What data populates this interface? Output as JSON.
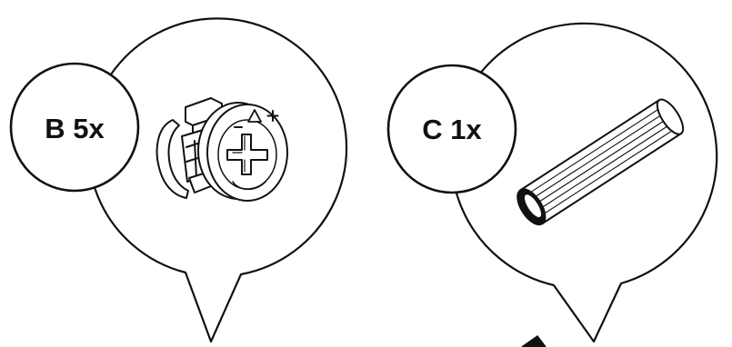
{
  "callouts": [
    {
      "id": "B",
      "label": "B 5x",
      "part": "cam-lock-fitting-icon",
      "stroke": "#111111"
    },
    {
      "id": "C",
      "label": "C 1x",
      "part": "wooden-dowel-icon",
      "stroke": "#111111"
    }
  ],
  "colors": {
    "line": "#111111",
    "background": "#ffffff"
  }
}
